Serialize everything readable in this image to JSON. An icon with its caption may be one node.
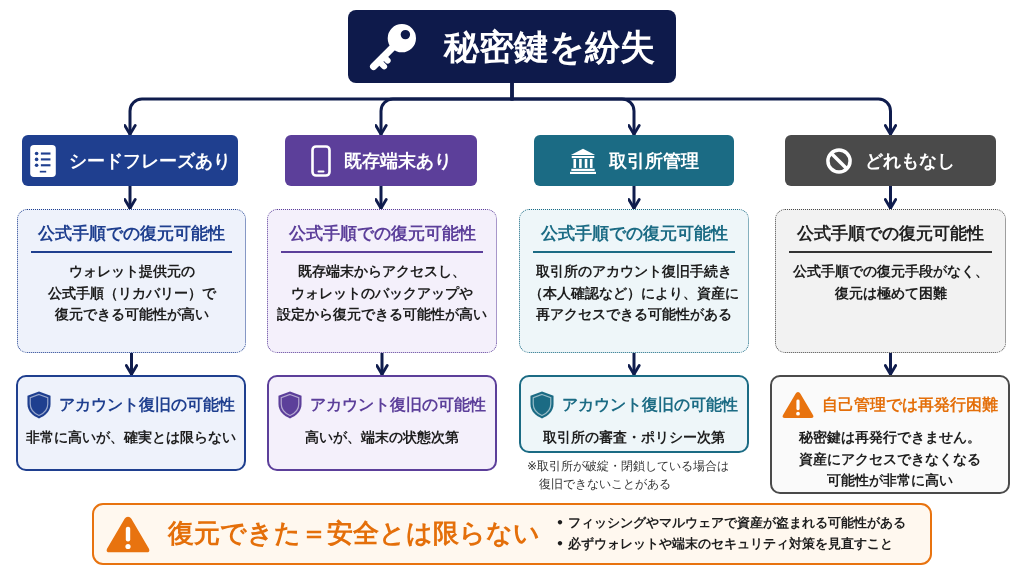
{
  "diagram": {
    "nodes": [
      {
        "text": [
          "秘密鍵を紛失"
        ]
      },
      {
        "text": [
          "シードフレーズあり"
        ]
      },
      {
        "text": [
          "既存端末あり"
        ]
      },
      {
        "text": [
          "取引所管理"
        ]
      },
      {
        "text": [
          "どれもなし"
        ]
      },
      {
        "text": [
          "公式手順での復元可能性",
          "ウォレット提供元の公式手順（リカバリー）で復元できる可能性が高い"
        ]
      },
      {
        "text": [
          "公式手順での復元可能性",
          "既存端末からアクセスし、ウォレットのバックアップや設定から復元できる可能性が高い"
        ]
      },
      {
        "text": [
          "公式手順での復元可能性",
          "取引所のアカウント復旧手続き（本人確認など）により、資産に再アクセスできる可能性がある"
        ]
      },
      {
        "text": [
          "公式手順での復元可能性",
          "公式手順での復元手段がなく、復元は極めて困難"
        ]
      },
      {
        "text": [
          "アカウント復旧の可能性",
          "非常に高いが、確実とは限らない"
        ]
      },
      {
        "text": [
          "アカウント復旧の可能性",
          "高いが、端末の状態次第"
        ]
      },
      {
        "text": [
          "アカウント復旧の可能性",
          "取引所の審査・ポリシー次第"
        ],
        "beside": [
          "※取引所が破綻・閉鎖している場合は復旧できないことがある"
        ]
      },
      {
        "text": [
          "自己管理では再発行困難",
          "秘密鍵は再発行できません。資産にアクセスできなくなる可能性が非常に高い"
        ]
      },
      {
        "text": [
          "復元できた＝安全とは限らない",
          "• フィッシングやマルウェアで資産が盗まれる可能性がある",
          "• 必ずウォレットや端末のセキュリティ対策を見直すこと"
        ]
      }
    ],
    "edges": [
      {
        "from": 0,
        "to": 1,
        "arrow": "to"
      },
      {
        "from": 0,
        "to": 2,
        "arrow": "to"
      },
      {
        "from": 0,
        "to": 3,
        "arrow": "to"
      },
      {
        "from": 0,
        "to": 4,
        "arrow": "to"
      },
      {
        "from": 1,
        "to": 5,
        "arrow": "to"
      },
      {
        "from": 2,
        "to": 6,
        "arrow": "to"
      },
      {
        "from": 3,
        "to": 7,
        "arrow": "to"
      },
      {
        "from": 4,
        "to": 8,
        "arrow": "to"
      },
      {
        "from": 5,
        "to": 9,
        "arrow": "to"
      },
      {
        "from": 6,
        "to": 10,
        "arrow": "to"
      },
      {
        "from": 7,
        "to": 11,
        "arrow": "to"
      },
      {
        "from": 8,
        "to": 12,
        "arrow": "to"
      }
    ]
  }
}
